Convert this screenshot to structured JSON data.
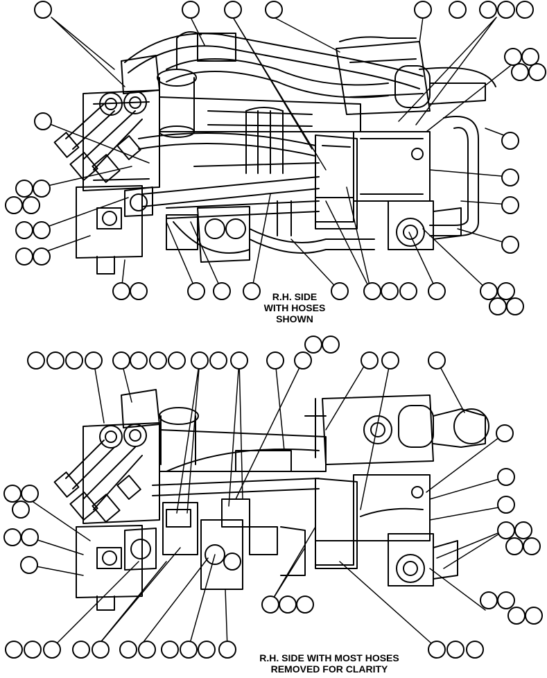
{
  "diagram": {
    "colors": {
      "ink": "#000000",
      "paper": "#ffffff"
    },
    "top_view": {
      "caption_lines": [
        "R.H. SIDE",
        "WITH HOSES",
        "SHOWN"
      ]
    },
    "bottom_view": {
      "caption_lines": [
        "R.H. SIDE WITH MOST HOSES",
        "REMOVED FOR CLARITY"
      ]
    }
  }
}
